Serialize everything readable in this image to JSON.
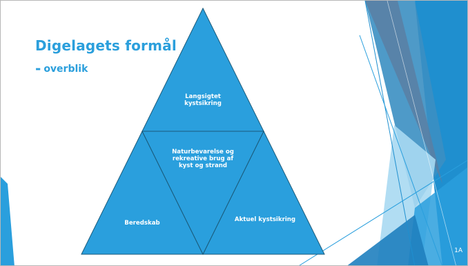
{
  "slide": {
    "title": "Digelagets formål",
    "subtitle_dash": "-",
    "subtitle": "overblik",
    "page_number": "1A"
  },
  "diagram": {
    "top": "Langsigtet kystsikring",
    "center": "Naturbevarelse og rekreative brug af kyst og strand",
    "bottom_left": "Beredskab",
    "bottom_right": "Aktuel kystsikring"
  },
  "colors": {
    "accent": "#2b9fdc",
    "triangle_fill": "#2a9fdd",
    "triangle_stroke": "#1a5a7a"
  }
}
